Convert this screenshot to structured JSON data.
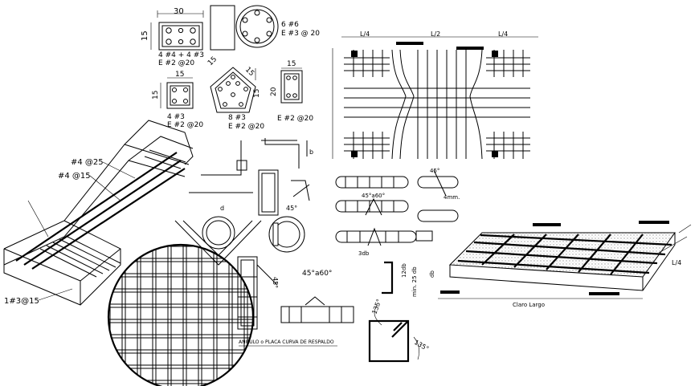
{
  "colors": {
    "ink": "#000000",
    "paper": "#ffffff",
    "dot": "#bdbdbd"
  },
  "labels": {
    "dim_30": "30",
    "dim_15_left": "15",
    "col_spec_a": "4 #4 + 4 #3",
    "col_spec_a_ties": "E #2 @20",
    "circ_spec_bars": "6 #6",
    "circ_spec_ties": "E #3 @ 20",
    "dim_15_p": "15",
    "dim_15_q": "15",
    "dim_15_r": "15",
    "dim_15_s": "15",
    "dim_15_t": "15",
    "dim_20": "20",
    "dim_15_u": "15",
    "sq_spec_bars": "4 #3",
    "sq_spec_ties": "E #2 @20",
    "pent_spec_bars": "8 #3",
    "pent_spec_ties": "E #2 @20",
    "rect_spec_ties": "E #2 @20",
    "stair_top": "#4 @25",
    "stair_mid": "#4 @15",
    "stair_bottom": "1#3@15",
    "foot_note_1": "L/4",
    "foot_note_2": "L/2",
    "foot_note_3": "L/4",
    "splice_a": "45°a60°",
    "splice_b": "4mm.",
    "angle_45": "45°",
    "angle_45b": "45°",
    "bend_label": "45°a60°",
    "min_len": "12db",
    "min_len_b": "min. 25 db",
    "hook_135a": "135°",
    "hook_135b": "135°",
    "plate_caption": "ANGULO o PLACA CURVA DE RESPALDO",
    "slab_caption": "Claro Largo",
    "slab_l4": "L/4",
    "slab_db": "db",
    "mm_3": "3db",
    "letter_b": "b",
    "letter_d": "d"
  }
}
